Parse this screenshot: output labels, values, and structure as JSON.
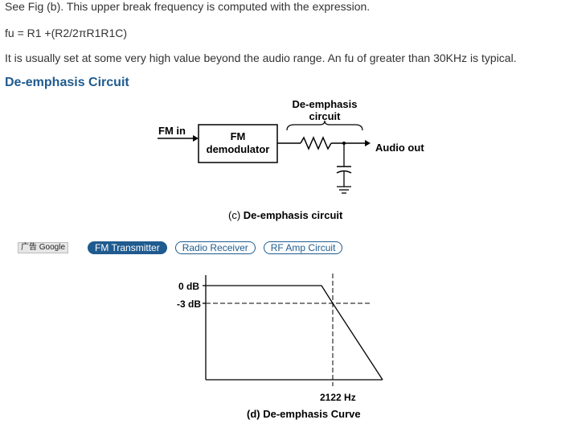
{
  "paragraphs": {
    "p1": "See Fig (b). This upper break frequency is computed with the expression.",
    "p2": "fu = R1 +(R2/2πR1R1C)",
    "p3": "It is usually set at some very high value beyond the audio range. An fu of greater than 30KHz is typical."
  },
  "heading": "De-emphasis Circuit",
  "circuit": {
    "input_label": "FM in",
    "block_line1": "FM",
    "block_line2": "demodulator",
    "bracket_line1": "De-emphasis",
    "bracket_line2": "circuit",
    "output_label": "Audio out",
    "caption_prefix": "(c)",
    "caption_text": " De-emphasis circuit"
  },
  "ads": {
    "label": "广告 Google",
    "links": [
      "FM Transmitter",
      "Radio Receiver",
      "RF Amp Circuit"
    ]
  },
  "curve": {
    "label_0db": "0 dB",
    "label_3db": "-3 dB",
    "freq_label": "2122 Hz",
    "caption": "(d) De-emphasis Curve"
  },
  "colors": {
    "heading": "#1f5b8f",
    "ad_active_bg": "#1f5b8f",
    "text": "#333333"
  }
}
